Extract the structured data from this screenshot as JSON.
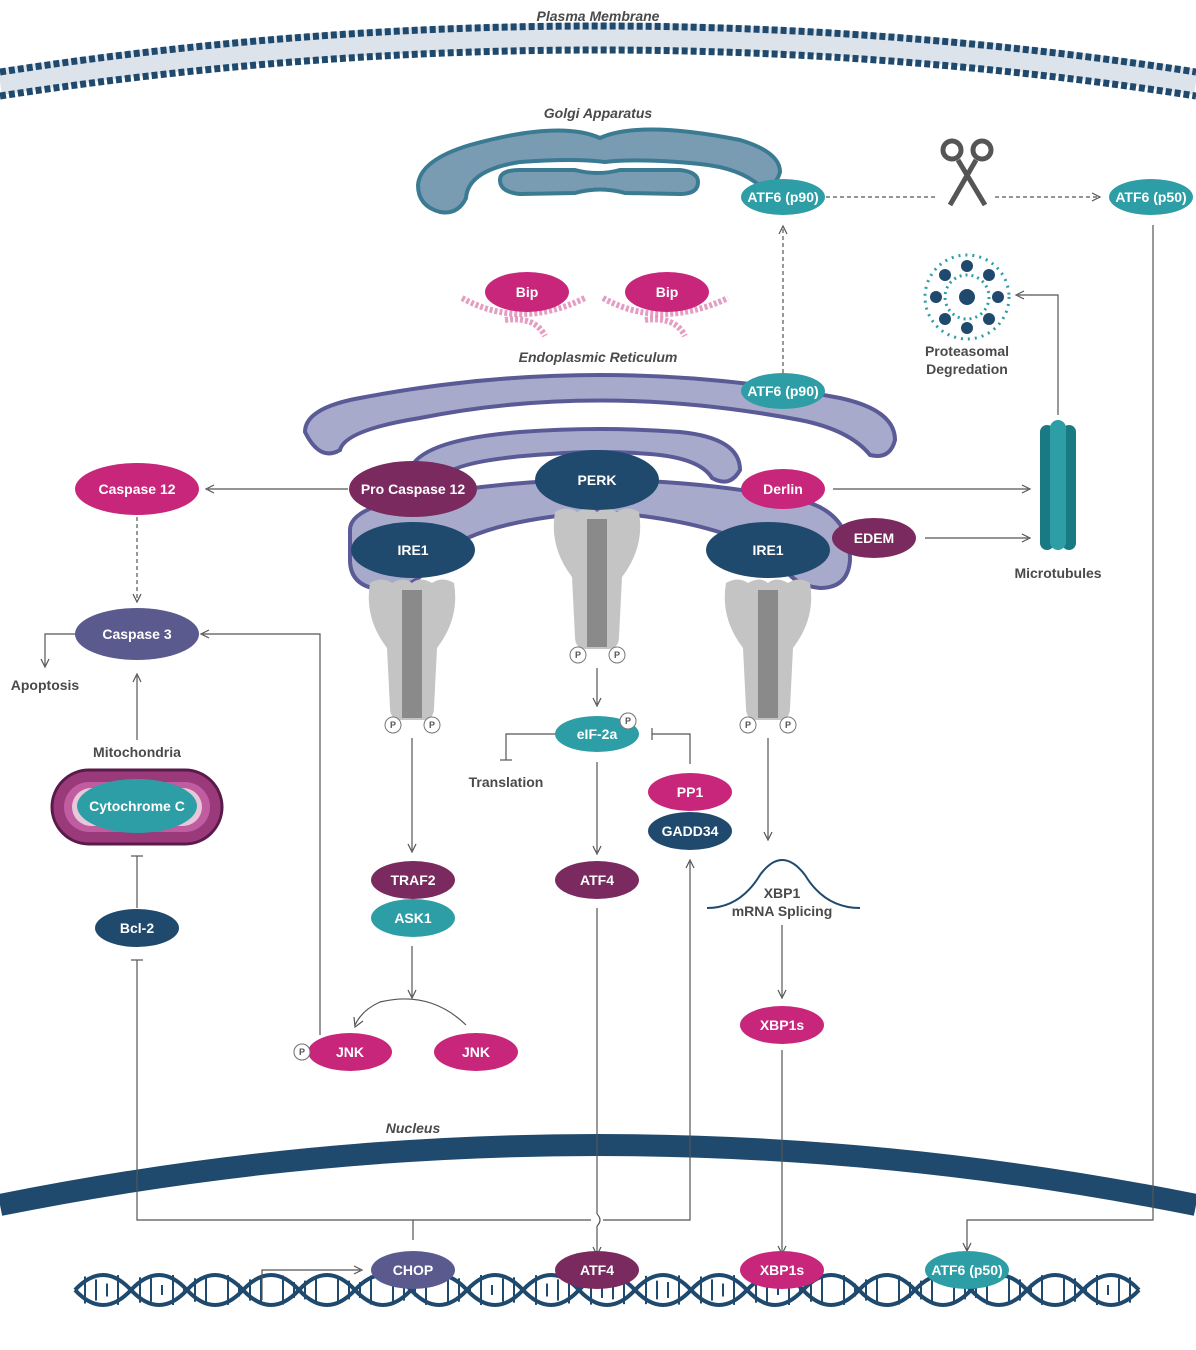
{
  "titles": {
    "plasma_membrane": "Plasma Membrane",
    "golgi": "Golgi Apparatus",
    "er": "Endoplasmic Reticulum",
    "nucleus": "Nucleus"
  },
  "nodes": {
    "atf6_p90_golgi": "ATF6 (p90)",
    "atf6_p50_top": "ATF6 (p50)",
    "bip_1": "Bip",
    "bip_2": "Bip",
    "atf6_p90_er": "ATF6 (p90)",
    "caspase12": "Caspase 12",
    "pro_caspase12": "Pro Caspase 12",
    "perk": "PERK",
    "derlin": "Derlin",
    "ire1_left": "IRE1",
    "ire1_right": "IRE1",
    "edem": "EDEM",
    "caspase3": "Caspase 3",
    "eif2a": "eIF-2a",
    "pp1": "PP1",
    "gadd34": "GADD34",
    "cytochrome_c": "Cytochrome C",
    "traf2": "TRAF2",
    "ask1": "ASK1",
    "atf4_mid": "ATF4",
    "bcl2": "Bcl-2",
    "xbp1s_mid": "XBP1s",
    "jnk_p": "JNK",
    "jnk": "JNK",
    "chop": "CHOP",
    "atf4_nuc": "ATF4",
    "xbp1s_nuc": "XBP1s",
    "atf6_p50_nuc": "ATF6 (p50)"
  },
  "labels": {
    "proteasomal_1": "Proteasomal",
    "proteasomal_2": "Degredation",
    "microtubules": "Microtubules",
    "apoptosis": "Apoptosis",
    "mitochondria": "Mitochondria",
    "translation": "Translation",
    "xbp1_1": "XBP1",
    "xbp1_2": "mRNA Splicing",
    "phospho": "P"
  },
  "colors": {
    "magenta": "#c8267a",
    "teal": "#2e9ea6",
    "navy": "#1f4a6e",
    "plum": "#7a2a5e",
    "slate": "#5a5a8e",
    "er_fill": "#a8aacc",
    "er_stroke": "#5a5a96",
    "golgi_fill": "#7a9cb2",
    "golgi_stroke": "#3a7a92",
    "membrane": "#1f4a6e",
    "receptor": "#c4c4c4"
  }
}
